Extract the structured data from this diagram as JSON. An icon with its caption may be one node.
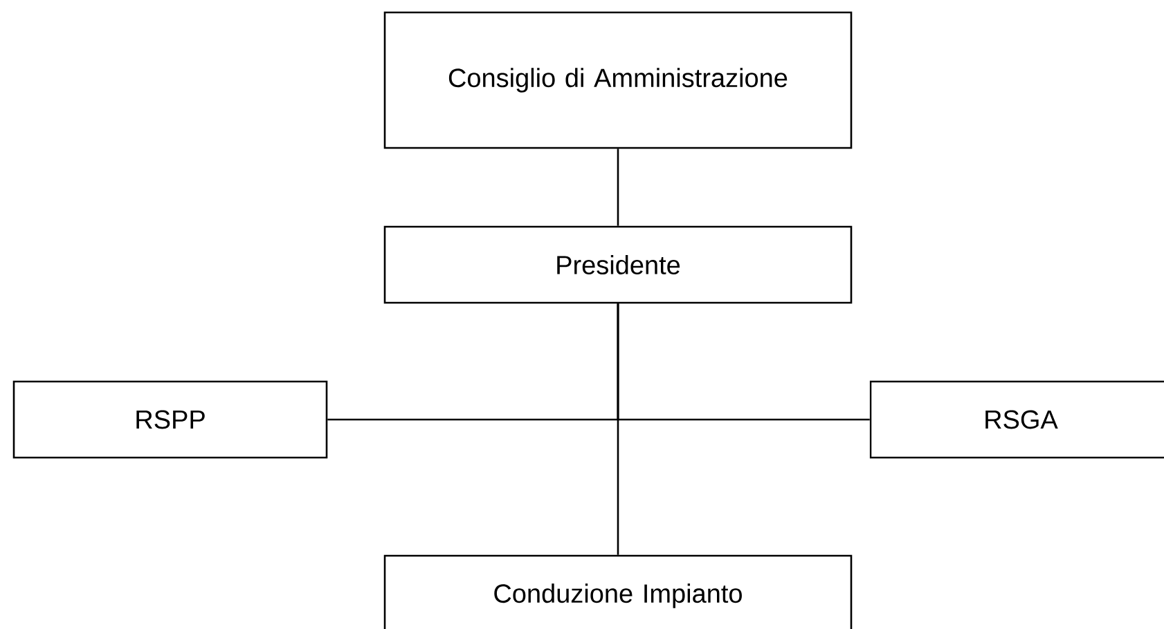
{
  "diagram": {
    "nodes": [
      {
        "text": [
          "Consiglio di Amministrazione"
        ]
      },
      {
        "text": [
          "Presidente"
        ]
      },
      {
        "text": [
          "RSPP"
        ]
      },
      {
        "text": [
          "RSGA"
        ]
      },
      {
        "text": [
          "Conduzione Impianto"
        ]
      }
    ],
    "edges": [
      {
        "from": 0,
        "to": 1,
        "arrow": "none"
      },
      {
        "from": 1,
        "to": 2,
        "arrow": "none"
      },
      {
        "from": 1,
        "to": 3,
        "arrow": "none"
      },
      {
        "from": 1,
        "to": 4,
        "arrow": "none"
      }
    ]
  }
}
